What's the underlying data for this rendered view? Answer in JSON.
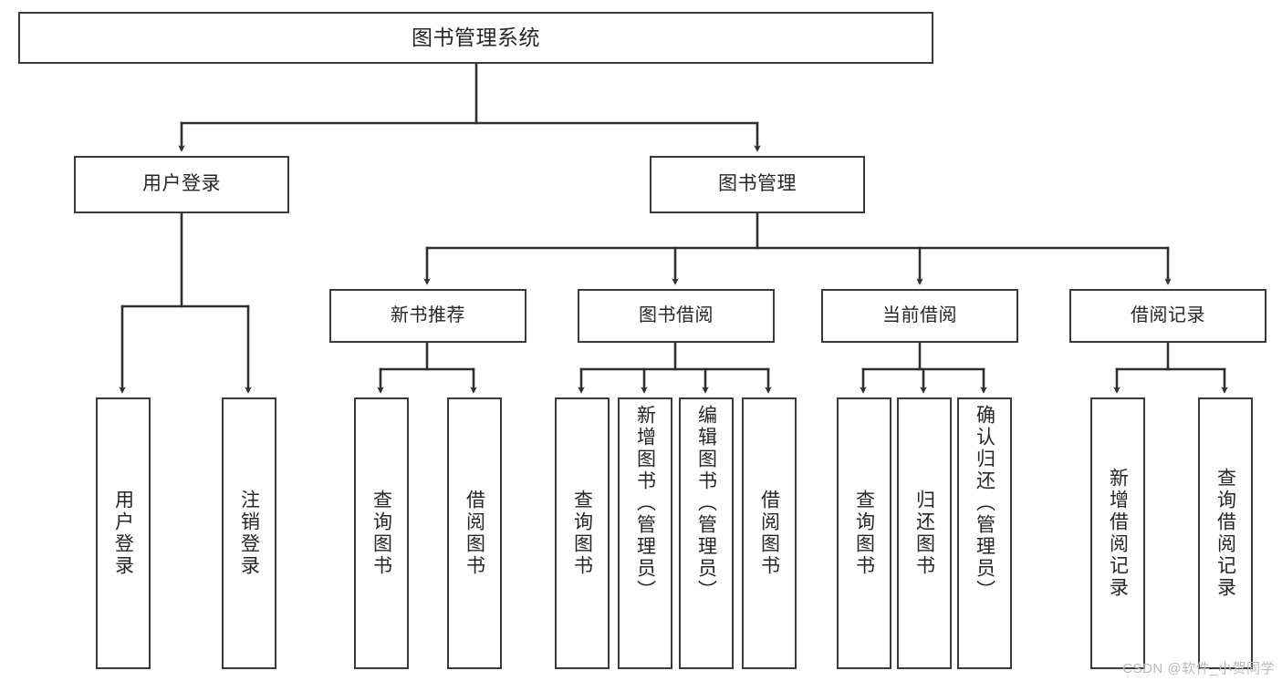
{
  "diagram": {
    "title": "图书管理系统",
    "type": "tree-hierarchy-chart",
    "watermark": "CSDN @软件_小贺同学",
    "colors": {
      "box_border": "#3a3a3a",
      "box_fill": "#ffffff",
      "connector": "#2f2f2f",
      "text": "#262626",
      "watermark": "#b9b9b9",
      "background": "#ffffff"
    },
    "root": {
      "label": "图书管理系统"
    },
    "level1": [
      {
        "label": "用户登录"
      },
      {
        "label": "图书管理"
      }
    ],
    "level2": [
      {
        "label": "新书推荐"
      },
      {
        "label": "图书借阅"
      },
      {
        "label": "当前借阅"
      },
      {
        "label": "借阅记录"
      }
    ],
    "leaves": {
      "user_login": [
        {
          "label": "用户登录"
        },
        {
          "label": "注销登录"
        }
      ],
      "new_book_recommend": [
        {
          "label": "查询图书"
        },
        {
          "label": "借阅图书"
        }
      ],
      "book_borrow": [
        {
          "label": "查询图书"
        },
        {
          "label": "新增图书（管理员）"
        },
        {
          "label": "编辑图书（管理员）"
        },
        {
          "label": "借阅图书"
        }
      ],
      "current_borrow": [
        {
          "label": "查询图书"
        },
        {
          "label": "归还图书"
        },
        {
          "label": "确认归还（管理员）"
        }
      ],
      "borrow_record": [
        {
          "label": "新增借阅记录"
        },
        {
          "label": "查询借阅记录"
        }
      ]
    }
  }
}
